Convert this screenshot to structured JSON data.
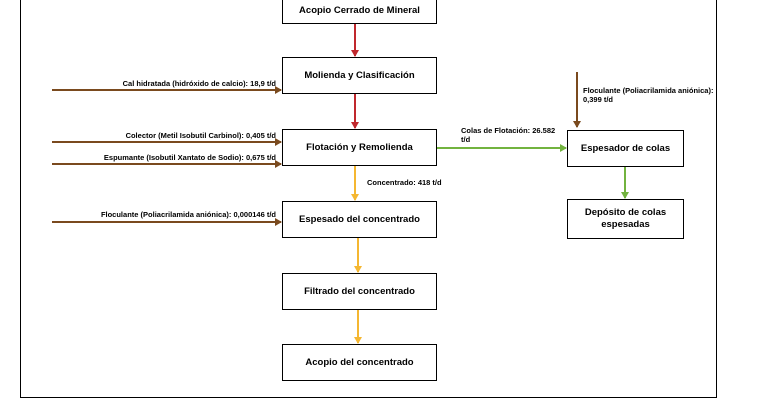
{
  "nodes": {
    "acopio_mineral": "Acopio Cerrado de Mineral",
    "molienda": "Molienda y Clasificación",
    "flotacion": "Flotación y Remolienda",
    "espesado_concentrado": "Espesado del concentrado",
    "filtrado": "Filtrado del concentrado",
    "acopio_concentrado": "Acopio del concentrado",
    "espesador_colas": "Espesador de colas",
    "deposito_colas": "Depósito de colas espesadas"
  },
  "inputs": {
    "cal": "Cal hidratada (hidróxido de calcio): 18,9 t/d",
    "colector": "Colector (Metil Isobutil Carbinol): 0,405 t/d",
    "espumante": "Espumante (Isobutil Xantato de Sodio): 0,675 t/d",
    "floculante_concentrado": "Floculante (Poliacrilamida aniónica): 0,000146 t/d",
    "floculante_colas": "Floculante (Poliacrilamida aniónica): 0,399 t/d"
  },
  "flows": {
    "colas_flotacion": "Colas de Flotación: 26.582 t/d",
    "concentrado": "Concentrado: 418 t/d"
  },
  "colors": {
    "ore": "#c0282d",
    "concentrate": "#f5b731",
    "tailings": "#72b33f",
    "reagent": "#7a4a1e"
  }
}
